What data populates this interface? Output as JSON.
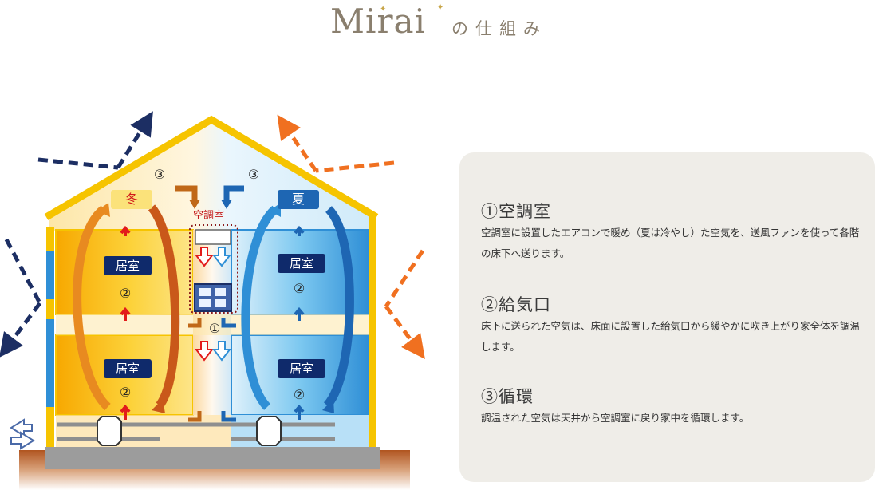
{
  "header": {
    "brand": "Mirai",
    "subtitle": "の仕組み"
  },
  "diagram": {
    "rooms": [
      "居室",
      "居室",
      "居室",
      "居室"
    ],
    "winter_label": "冬",
    "summer_label": "夏",
    "ac_room_label": "空調室",
    "markers": [
      "③",
      "③",
      "②",
      "②",
      "②",
      "②",
      "①"
    ],
    "colors": {
      "winter": "#f5a500",
      "summer": "#2f8fd6",
      "navy": "#0f2a6b",
      "red": "#e21b1b",
      "orange_arrow": "#f07020",
      "dark_arrow": "#1c2e63",
      "ground": "#b0541f"
    }
  },
  "explanations": [
    {
      "heading": "①空調室",
      "body": "空調室に設置したエアコンで暖め（夏は冷やし）た空気を、送風ファンを使って各階の床下へ送ります。"
    },
    {
      "heading": "②給気口",
      "body": "床下に送られた空気は、床面に設置した給気口から緩やかに吹き上がり家全体を調温します。"
    },
    {
      "heading": "③循環",
      "body": "調温された空気は天井から空調室に戻り家中を循環します。"
    }
  ]
}
